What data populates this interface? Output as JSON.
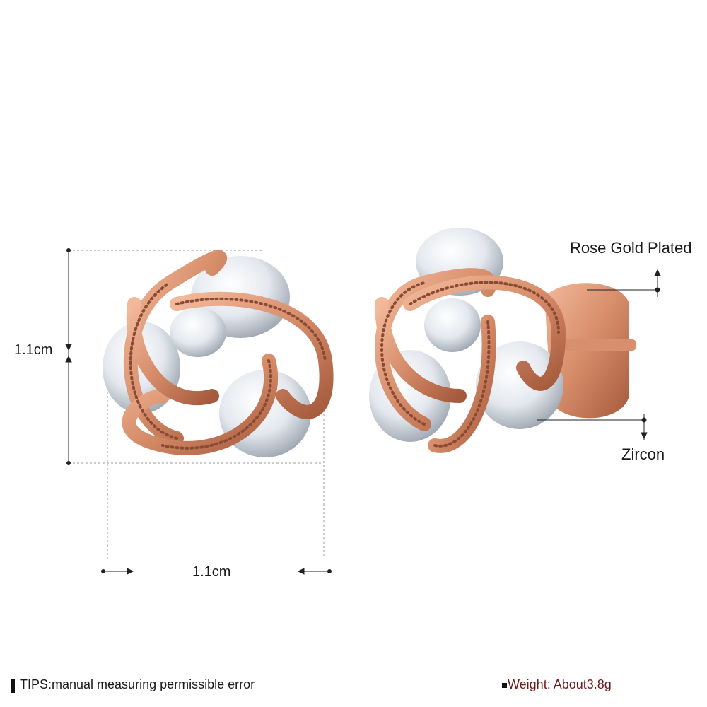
{
  "dimensions": {
    "height_label": "1.1cm",
    "width_label": "1.1cm"
  },
  "callouts": {
    "material": "Rose Gold Plated",
    "stone": "Zircon"
  },
  "footer": {
    "tips": "TIPS:manual measuring permissible error",
    "weight": "Weight: About3.8g"
  },
  "colors": {
    "rose_gold": "#d9906f",
    "rose_gold_dark": "#a85e43",
    "zircon": "#e9edf2",
    "weight_text": "#6b1a1a"
  }
}
